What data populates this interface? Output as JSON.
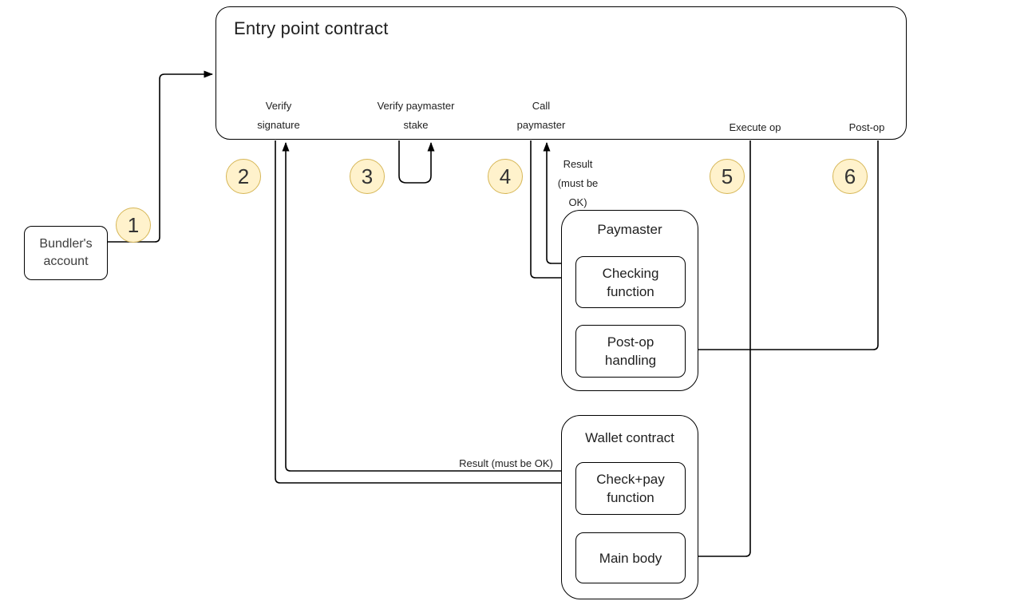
{
  "diagram": {
    "entry_point": {
      "title": "Entry point contract",
      "verify_signature": {
        "line1": "Verify",
        "line2": "signature"
      },
      "verify_paymaster_stake": {
        "line1": "Verify paymaster",
        "line2": "stake"
      },
      "call_paymaster": {
        "line1": "Call",
        "line2": "paymaster"
      },
      "execute_op": "Execute op",
      "post_op": "Post-op"
    },
    "bundler": {
      "line1": "Bundler's",
      "line2": "account"
    },
    "paymaster": {
      "title": "Paymaster",
      "checking_function": {
        "line1": "Checking",
        "line2": "function"
      },
      "post_op_handling": {
        "line1": "Post-op",
        "line2": "handling"
      }
    },
    "wallet": {
      "title": "Wallet contract",
      "check_pay_function": {
        "line1": "Check+pay",
        "line2": "function"
      },
      "main_body": "Main body"
    },
    "annotations": {
      "result_paymaster": {
        "line1": "Result",
        "line2": "(must be",
        "line3": "OK)"
      },
      "result_wallet": "Result (must be OK)"
    },
    "steps": {
      "s1": "1",
      "s2": "2",
      "s3": "3",
      "s4": "4",
      "s5": "5",
      "s6": "6"
    },
    "colors": {
      "step_fill": "#fff2cc",
      "step_border": "#d6b656",
      "line_color": "#000000",
      "box_background": "#ffffff",
      "text_color": "#1f1f1f",
      "page_background": "#ffffff"
    }
  }
}
